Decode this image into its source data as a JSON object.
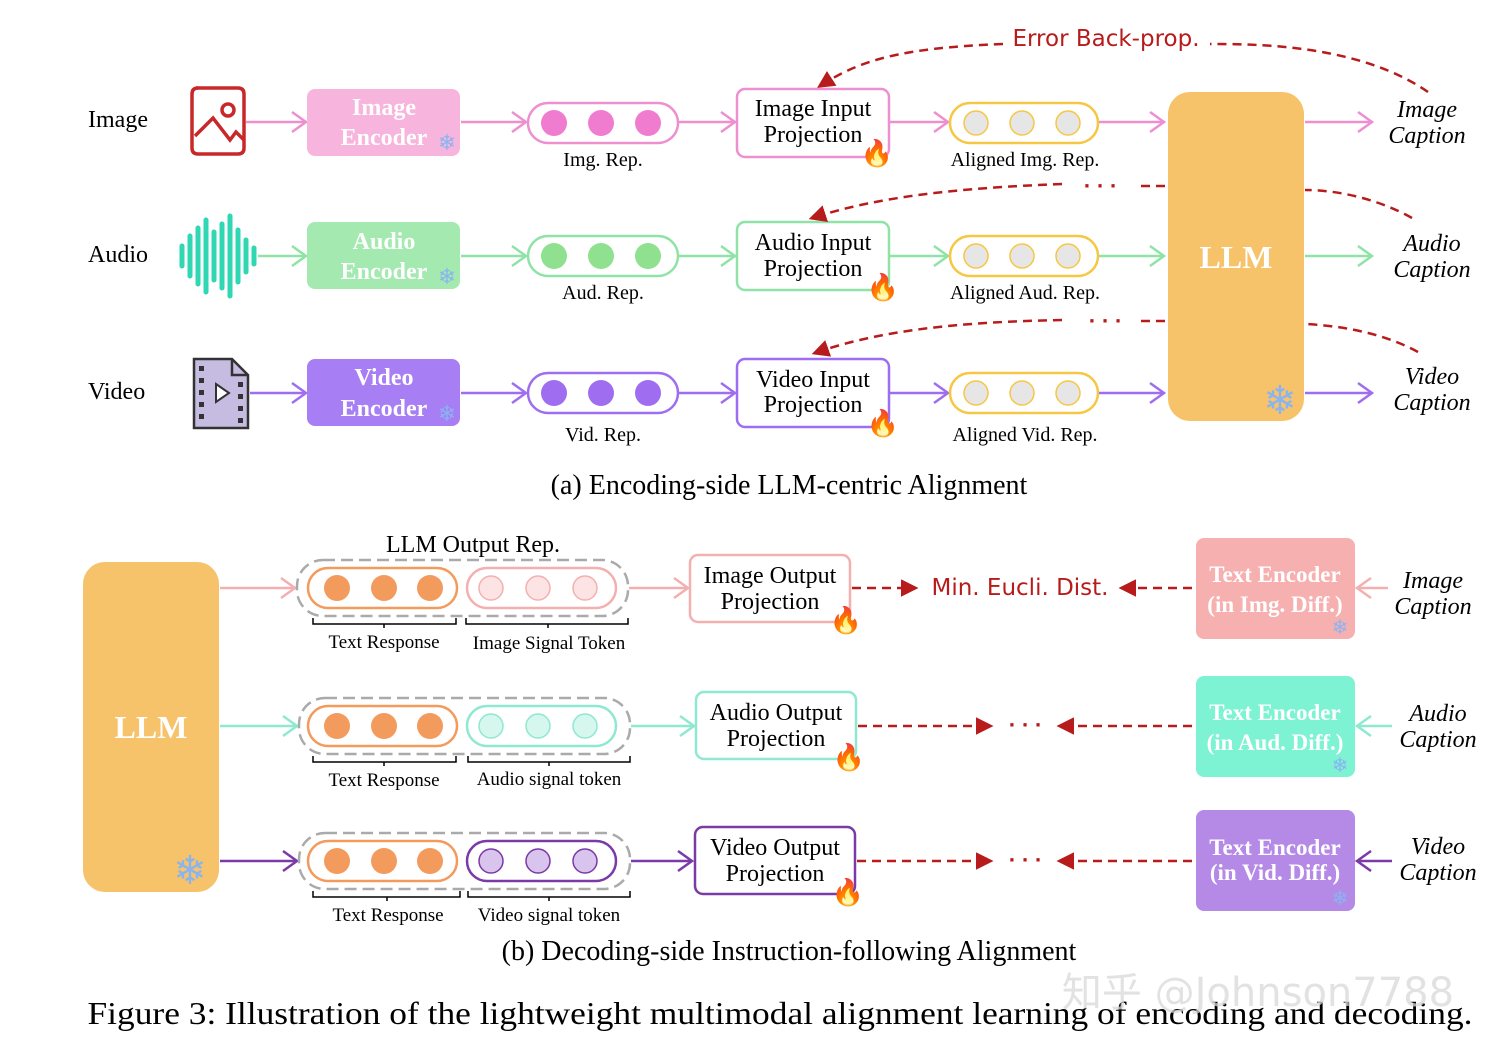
{
  "colors": {
    "image": "#ee8fd0",
    "image_fill": "#f7b4dc",
    "image_token": "#f07ccf",
    "audio": "#8fe3a6",
    "audio_fill": "#a3e9b0",
    "audio_token": "#8fe08f",
    "video": "#9f6ef0",
    "video_fill": "#a77ef3",
    "video_token": "#9f6ef0",
    "aligned": "#f6c744",
    "llm": "#f6c26a",
    "error": "#b81b1b",
    "text_response": "#f39a5d",
    "img_signal": "#f4b0b0",
    "aud_signal": "#8fe8d0",
    "vid_signal": "#7a3aa8",
    "text_enc_img": "#f7b0b0",
    "text_enc_aud": "#7ef3d4",
    "text_enc_vid": "#b48ae6"
  },
  "icons": [
    "image-file-icon",
    "audio-wave-icon",
    "video-file-icon",
    "snowflake-icon",
    "fire-icon"
  ],
  "top": {
    "row_labels": [
      "Image",
      "Audio",
      "Video"
    ],
    "encoders": [
      {
        "line1": "Image",
        "line2": "Encoder"
      },
      {
        "line1": "Audio",
        "line2": "Encoder"
      },
      {
        "line1": "Video",
        "line2": "Encoder"
      }
    ],
    "rep_labels": [
      "Img. Rep.",
      "Aud. Rep.",
      "Vid. Rep."
    ],
    "projections": [
      {
        "line1": "Image Input",
        "line2": "Projection"
      },
      {
        "line1": "Audio Input",
        "line2": "Projection"
      },
      {
        "line1": "Video Input",
        "line2": "Projection"
      }
    ],
    "aligned_labels": [
      "Aligned Img. Rep.",
      "Aligned Aud. Rep.",
      "Aligned Vid. Rep."
    ],
    "llm_label": "LLM",
    "outputs": [
      {
        "line1": "Image",
        "line2": "Caption"
      },
      {
        "line1": "Audio",
        "line2": "Caption"
      },
      {
        "line1": "Video",
        "line2": "Caption"
      }
    ],
    "error_label": "Error Back-prop.",
    "ellipsis": "· · ·",
    "caption": "(a) Encoding-side LLM-centric Alignment"
  },
  "bottom": {
    "llm_label": "LLM",
    "group_label": "LLM Output Rep.",
    "text_response": [
      "Text Response",
      "Text Response",
      "Text Response"
    ],
    "signal_labels": [
      "Image Signal Token",
      "Audio signal token",
      "Video signal token"
    ],
    "projections": [
      {
        "line1": "Image Output",
        "line2": "Projection"
      },
      {
        "line1": "Audio Output",
        "line2": "Projection"
      },
      {
        "line1": "Video Output",
        "line2": "Projection"
      }
    ],
    "distance_label": "Min. Eucli. Dist.",
    "ellipsis": "· · ·",
    "text_encoders": [
      {
        "line1": "Text Encoder",
        "line2": "(in Img. Diff.)"
      },
      {
        "line1": "Text Encoder",
        "line2": "(in Aud. Diff.)"
      },
      {
        "line1": "Text Encoder",
        "line2": "(in Vid. Diff.)"
      }
    ],
    "captions_in": [
      {
        "line1": "Image",
        "line2": "Caption"
      },
      {
        "line1": "Audio",
        "line2": "Caption"
      },
      {
        "line1": "Video",
        "line2": "Caption"
      }
    ],
    "caption": "(b) Decoding-side Instruction-following Alignment"
  },
  "figure_caption": "Figure 3: Illustration of the lightweight multimodal alignment learning of encoding and decoding.",
  "watermark": "知乎 @Johnson7788"
}
